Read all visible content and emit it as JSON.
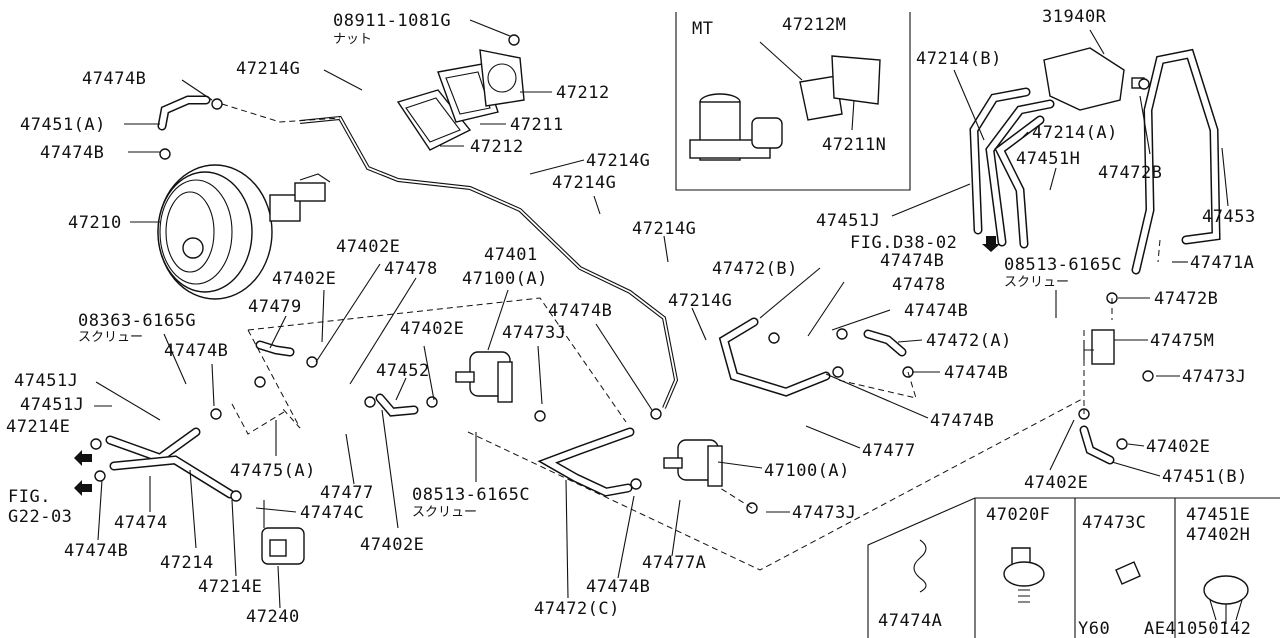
{
  "labels": {
    "l_08911": "08911-1081G",
    "l_nut": "ナット",
    "l_47474B_a": "47474B",
    "l_47214G_a": "47214G",
    "l_47451A": "47451(A)",
    "l_47212_a": "47212",
    "l_47211": "47211",
    "l_47474B_b": "47474B",
    "l_47212_b": "47212",
    "l_47210": "47210",
    "l_47214G_b": "47214G",
    "l_47214G_c": "47214G",
    "l_47214G_d": "47214G",
    "l_47401": "47401",
    "l_47402E_a": "47402E",
    "l_47402E_b": "47402E",
    "l_47478_a": "47478",
    "l_47100A_a": "47100(A)",
    "l_47479": "47479",
    "l_08363": "08363-6165G",
    "l_screw_a": "スクリュー",
    "l_47474B_c": "47474B",
    "l_47402E_c": "47402E",
    "l_47474B_d": "47474B",
    "l_47473J_a": "47473J",
    "l_47452": "47452",
    "l_47451J_a": "47451J",
    "l_47451J_b": "47451J",
    "l_47214E_a": "47214E",
    "l_fig_g22_a": "FIG.",
    "l_fig_g22_b": "G22-03",
    "l_47475A": "47475(A)",
    "l_47477_a": "47477",
    "l_08513_a": "08513-6165C",
    "l_screw_b": "スクリュー",
    "l_47474": "47474",
    "l_47474C": "47474C",
    "l_47402E_d": "47402E",
    "l_47474B_e": "47474B",
    "l_47214": "47214",
    "l_47214E_b": "47214E",
    "l_47240": "47240",
    "l_47474B_f": "47474B",
    "l_47472C": "47472(C)",
    "l_47477A": "47477A",
    "l_47473J_b": "47473J",
    "l_47100A_b": "47100(A)",
    "l_47477_b": "47477",
    "l_47474B_g": "47474B",
    "l_47472B_a": "47472(B)",
    "l_47474B_h": "47474B",
    "l_47478_b": "47478",
    "l_47474B_i": "47474B",
    "l_47472A": "47472(A)",
    "l_47474B_j": "47474B",
    "l_47214G_e": "47214G",
    "l_mt": "MT",
    "l_47212M": "47212M",
    "l_47211N": "47211N",
    "l_31940R": "31940R",
    "l_47214B": "47214(B)",
    "l_47214A": "47214(A)",
    "l_47451H": "47451H",
    "l_47472B_b": "47472B",
    "l_47453": "47453",
    "l_47451J_c": "47451J",
    "l_figd38": "FIG.D38-02",
    "l_08513_b": "08513-6165C",
    "l_screw_c": "スクリュー",
    "l_47471A": "47471A",
    "l_47472B_c": "47472B",
    "l_47475M": "47475M",
    "l_47473J_c": "47473J",
    "l_47402E_e": "47402E",
    "l_47451B": "47451(B)",
    "l_47402E_f": "47402E",
    "l_47020F": "47020F",
    "l_47473C": "47473C",
    "l_47451E": "47451E",
    "l_47402H": "47402H",
    "l_47474A": "47474A",
    "l_y60": "Y60",
    "l_ae": "AE41050142"
  }
}
